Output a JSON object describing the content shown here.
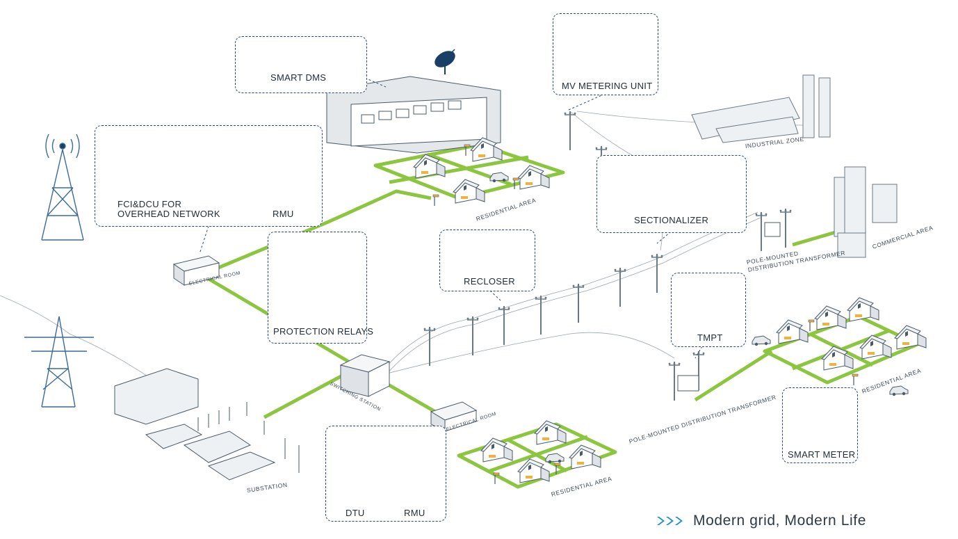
{
  "callouts": {
    "smart_dms": "SMART DMS",
    "mv_metering_unit": "MV METERING UNIT",
    "fci_dcu": "FCI&DCU FOR\nOVERHEAD NETWORK",
    "rmu_top": "RMU",
    "protection_relays": "PROTECTION RELAYS",
    "recloser": "RECLOSER",
    "sectionalizer": "SECTIONALIZER",
    "tmpt": "TMPT",
    "smart_meter": "SMART METER",
    "dtu": "DTU",
    "rmu_bottom": "RMU"
  },
  "site_labels": {
    "industrial_zone": "INDUSTRIAL ZONE",
    "residential_top": "RESIDENTIAL AREA",
    "commercial_area": "COMMERCIAL AREA",
    "pole_mounted_upper": "POLE-MOUNTED\nDISTRIBUTION TRANSFORMER",
    "electrical_room_left": "ELECTRICAL ROOM",
    "switching_station": "SWITCHING STATION",
    "electrical_room_bottom": "ELECTRICAL ROOM",
    "substation": "SUBSTATION",
    "residential_bottom": "RESIDENTIAL AREA",
    "pole_mounted_lower": "POLE-MOUNTED DISTRIBUTION TRANSFORMER",
    "residential_right": "RESIDENTIAL AREA"
  },
  "tagline": "Modern grid, Modern Life",
  "colors": {
    "network_green": "#8cc63f",
    "outline_blue": "#2a4a68",
    "accent_blue": "#1a8fd0"
  },
  "icons": [
    "radio-tower-icon",
    "satellite-dish-icon",
    "transmission-tower-icon",
    "house-icon",
    "car-icon",
    "utility-pole-icon",
    "chevron-right-icon"
  ]
}
